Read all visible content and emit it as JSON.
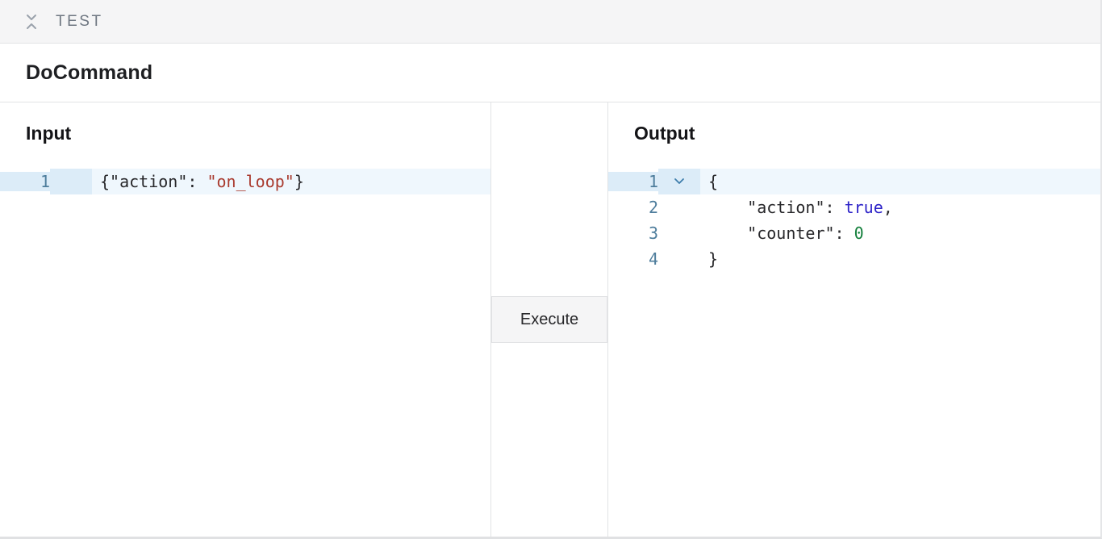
{
  "colors": {
    "muted": "#6e7681",
    "line_number": "#4e7d9c",
    "gutter_highlight": "#dcecf8",
    "line_highlight": "#eff7fd",
    "code_text": "#27272a",
    "string_color": "#a93a2e",
    "boolean_color": "#2d23c8",
    "number_color": "#15803d",
    "border": "#e2e3e5",
    "bar_bg": "#f5f5f6"
  },
  "test_bar": {
    "label": "TEST",
    "collapse_icon": "collapse-vertical-icon"
  },
  "header": {
    "title": "DoCommand"
  },
  "input_panel": {
    "title": "Input",
    "editable": true,
    "lines": [
      {
        "number": "1",
        "active": true,
        "foldable": false,
        "tokens": [
          {
            "text": "{\"action\": ",
            "type": "plain"
          },
          {
            "text": "\"on_loop\"",
            "type": "string"
          },
          {
            "text": "}",
            "type": "plain"
          }
        ]
      }
    ]
  },
  "middle": {
    "execute_label": "Execute"
  },
  "output_panel": {
    "title": "Output",
    "editable": false,
    "lines": [
      {
        "number": "1",
        "active": true,
        "foldable": true,
        "tokens": [
          {
            "text": "{",
            "type": "plain"
          }
        ]
      },
      {
        "number": "2",
        "active": false,
        "foldable": false,
        "tokens": [
          {
            "text": "    \"action\": ",
            "type": "plain"
          },
          {
            "text": "true",
            "type": "boolean"
          },
          {
            "text": ",",
            "type": "plain"
          }
        ]
      },
      {
        "number": "3",
        "active": false,
        "foldable": false,
        "tokens": [
          {
            "text": "    \"counter\": ",
            "type": "plain"
          },
          {
            "text": "0",
            "type": "number"
          }
        ]
      },
      {
        "number": "4",
        "active": false,
        "foldable": false,
        "tokens": [
          {
            "text": "}",
            "type": "plain"
          }
        ]
      }
    ]
  }
}
